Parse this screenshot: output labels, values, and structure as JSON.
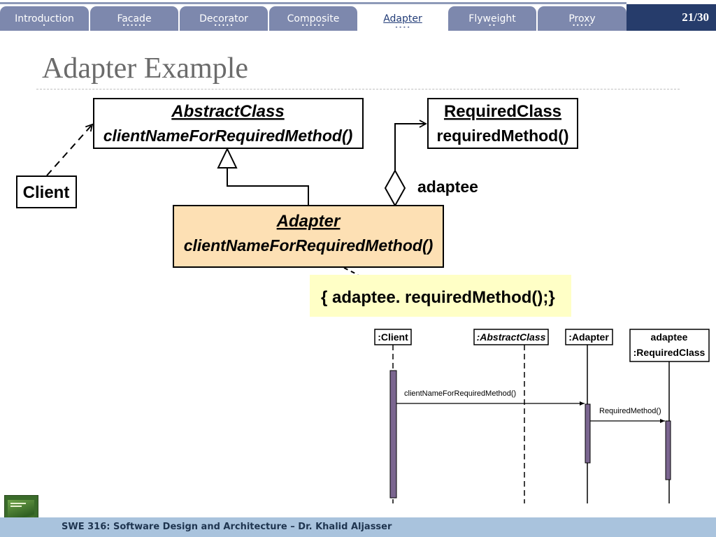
{
  "nav": {
    "tabs": [
      {
        "label": "Introduction",
        "dots": "•"
      },
      {
        "label": "Facade",
        "dots": "••••••"
      },
      {
        "label": "Decorator",
        "dots": "•••••"
      },
      {
        "label": "Composite",
        "dots": "••••••"
      },
      {
        "label": "Adapter",
        "dots": "••••"
      },
      {
        "label": "Flyweight",
        "dots": "••"
      },
      {
        "label": "Proxy",
        "dots": "•••••"
      }
    ],
    "active_index": 4,
    "page": "21/30"
  },
  "slide": {
    "title": "Adapter Example"
  },
  "class_diagram": {
    "abstract_class": {
      "name": "AbstractClass",
      "method": "clientNameForRequiredMethod()"
    },
    "required_class": {
      "name": "RequiredClass",
      "method": "requiredMethod()"
    },
    "client": {
      "name": "Client"
    },
    "adapter": {
      "name": "Adapter",
      "method": "clientNameForRequiredMethod()"
    },
    "association_label": "adaptee",
    "note": "{  adaptee. requiredMethod();}"
  },
  "sequence_diagram": {
    "lifelines": [
      {
        "label": ":Client"
      },
      {
        "label": ":AbstractClass"
      },
      {
        "label": ":Adapter"
      },
      {
        "label_line1": "adaptee",
        "label_line2": ":RequiredClass"
      }
    ],
    "messages": [
      "clientNameForRequiredMethod()",
      "RequiredMethod()"
    ]
  },
  "footer": {
    "text": "SWE 316: Software Design and Architecture – Dr. Khalid Aljasser"
  },
  "colors": {
    "tab": "#7d88ad",
    "tab_active_text": "#233d78",
    "page_box": "#263c6b",
    "adapter_fill": "#fde0b4",
    "note_fill": "#ffffc6",
    "activation": "#7b6690",
    "footer": "#a9c3dd"
  }
}
